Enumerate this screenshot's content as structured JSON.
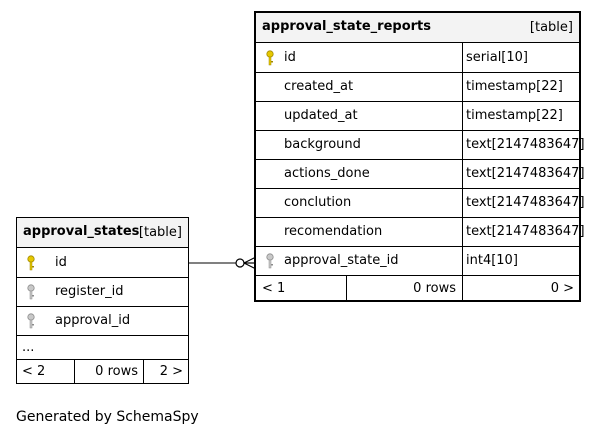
{
  "relationship_diagram": {
    "tables": {
      "approval_state_reports": {
        "name": "approval_state_reports",
        "kind": "[table]",
        "columns": [
          {
            "name": "id",
            "type": "serial[10]",
            "key": "primary"
          },
          {
            "name": "created_at",
            "type": "timestamp[22]",
            "key": "none"
          },
          {
            "name": "updated_at",
            "type": "timestamp[22]",
            "key": "none"
          },
          {
            "name": "background",
            "type": "text[2147483647]",
            "key": "none"
          },
          {
            "name": "actions_done",
            "type": "text[2147483647]",
            "key": "none"
          },
          {
            "name": "conclution",
            "type": "text[2147483647]",
            "key": "none"
          },
          {
            "name": "recomendation",
            "type": "text[2147483647]",
            "key": "none"
          },
          {
            "name": "approval_state_id",
            "type": "int4[10]",
            "key": "foreign"
          }
        ],
        "footer": {
          "parents": "< 1",
          "rows": "0 rows",
          "children": "0 >"
        }
      },
      "approval_states": {
        "name": "approval_states",
        "kind": "[table]",
        "columns": [
          {
            "name": "id",
            "key": "primary"
          },
          {
            "name": "register_id",
            "key": "foreign"
          },
          {
            "name": "approval_id",
            "key": "foreign"
          }
        ],
        "ellipsis": "...",
        "footer": {
          "parents": "< 2",
          "rows": "0 rows",
          "children": "2 >"
        }
      }
    },
    "relationship": {
      "from": "approval_states.id",
      "to": "approval_state_reports.approval_state_id",
      "cardinality": "zero-or-many"
    },
    "icon_colors": {
      "primary_key": "#e6c800",
      "foreign_key": "#b4b4b4"
    },
    "generated_by": "Generated by SchemaSpy"
  }
}
